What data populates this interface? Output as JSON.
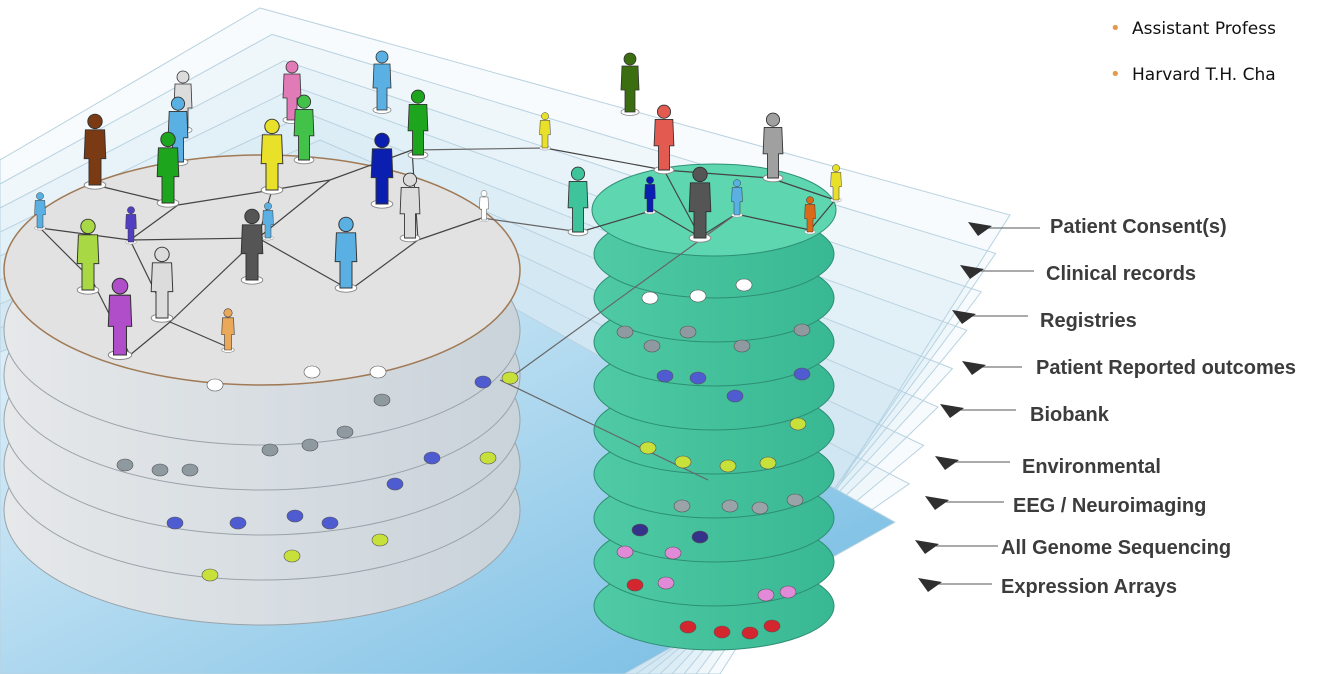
{
  "bullets": [
    {
      "text": "Assistant  Profess"
    },
    {
      "text": "Harvard T.H. Cha"
    }
  ],
  "layers": [
    {
      "label": "Patient Consent(s)"
    },
    {
      "label": "Clinical records"
    },
    {
      "label": "Registries"
    },
    {
      "label": "Patient Reported outcomes"
    },
    {
      "label": "Biobank"
    },
    {
      "label": "Environmental"
    },
    {
      "label": "EEG / Neuroimaging"
    },
    {
      "label": "All Genome Sequencing"
    },
    {
      "label": "Expression Arrays"
    }
  ],
  "colors": {
    "bullet": "#e39a4d",
    "left_cylinder_top": "#e2e2e2",
    "left_cylinder_side": "#d9dfe4",
    "right_cylinder": "#5ed6b0",
    "plane": "#7fc3e6",
    "label_text": "#3c3c3c"
  },
  "icons": {
    "people": "person-icon",
    "nodes": "data-node-icon",
    "arrows": "triangle-arrow-icon"
  }
}
